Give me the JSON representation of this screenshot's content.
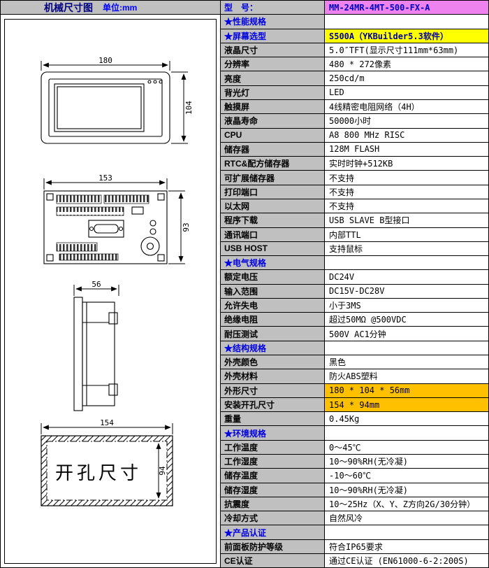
{
  "left_panel": {
    "title": "机械尺寸图",
    "unit_label": "单位:mm",
    "front_view": {
      "width": "180",
      "height": "104"
    },
    "rear_view": {
      "width": "153",
      "height": "93"
    },
    "side_view": {
      "depth": "56"
    },
    "cutout_view": {
      "width": "154",
      "height": "94",
      "caption": "开孔尺寸"
    }
  },
  "spec_table": {
    "model": {
      "label": "型　号：",
      "value": "MM-24MR-4MT-500-FX-A"
    },
    "rows": [
      {
        "kind": "section",
        "label": "★性能规格",
        "value": ""
      },
      {
        "kind": "screen",
        "label": "★屏幕选型",
        "value": "S500A（YKBuilder5.3软件）"
      },
      {
        "kind": "normal",
        "label": "液晶尺寸",
        "value": "5.0″TFT(显示尺寸111mm*63mm)"
      },
      {
        "kind": "normal",
        "label": "分辨率",
        "value": "480 * 272像素"
      },
      {
        "kind": "normal",
        "label": "亮度",
        "value": "250cd/m"
      },
      {
        "kind": "normal",
        "label": "背光灯",
        "value": "LED"
      },
      {
        "kind": "normal",
        "label": "触摸屏",
        "value": "4线精密电阻网络（4H）"
      },
      {
        "kind": "normal",
        "label": "液晶寿命",
        "value": "50000小时"
      },
      {
        "kind": "normal",
        "label": "CPU",
        "value": "A8 800 MHz RISC"
      },
      {
        "kind": "normal",
        "label": "储存器",
        "value": "128M FLASH"
      },
      {
        "kind": "normal",
        "label": "RTC&配方储存器",
        "value": "实时时钟+512KB"
      },
      {
        "kind": "normal",
        "label": "可扩展储存器",
        "value": "不支持"
      },
      {
        "kind": "normal",
        "label": "打印端口",
        "value": "不支持"
      },
      {
        "kind": "normal",
        "label": "以太网",
        "value": "不支持"
      },
      {
        "kind": "normal",
        "label": "程序下载",
        "value": "USB SLAVE B型接口"
      },
      {
        "kind": "normal",
        "label": "通讯端口",
        "value": "内部TTL"
      },
      {
        "kind": "normal",
        "label": "USB HOST",
        "value": "支持鼠标"
      },
      {
        "kind": "section",
        "label": "★电气规格",
        "value": ""
      },
      {
        "kind": "normal",
        "label": "额定电压",
        "value": "DC24V"
      },
      {
        "kind": "normal",
        "label": "输入范围",
        "value": "DC15V-DC28V"
      },
      {
        "kind": "normal",
        "label": "允许失电",
        "value": "小于3MS"
      },
      {
        "kind": "normal",
        "label": "绝缘电阻",
        "value": "超过50MΩ @500VDC"
      },
      {
        "kind": "normal",
        "label": "耐压测试",
        "value": "500V AC1分钟"
      },
      {
        "kind": "section",
        "label": "★结构规格",
        "value": ""
      },
      {
        "kind": "normal",
        "label": "外壳颜色",
        "value": "黑色"
      },
      {
        "kind": "normal",
        "label": "外壳材料",
        "value": "防火ABS塑料"
      },
      {
        "kind": "orange",
        "label": "外形尺寸",
        "value": "180 * 104 * 56mm"
      },
      {
        "kind": "orange",
        "label": "安装开孔尺寸",
        "value": "154 * 94mm"
      },
      {
        "kind": "normal",
        "label": "重量",
        "value": "0.45Kg"
      },
      {
        "kind": "section",
        "label": "★环境规格",
        "value": ""
      },
      {
        "kind": "normal",
        "label": "工作温度",
        "value": "0～45℃"
      },
      {
        "kind": "normal",
        "label": "工作湿度",
        "value": "10～90%RH(无冷凝)"
      },
      {
        "kind": "normal",
        "label": "储存温度",
        "value": "-10～60℃"
      },
      {
        "kind": "normal",
        "label": "储存湿度",
        "value": "10～90%RH(无冷凝)"
      },
      {
        "kind": "normal",
        "label": "抗震度",
        "value": "10～25Hz（X、Y、Z方向2G/30分钟）"
      },
      {
        "kind": "normal",
        "label": "冷却方式",
        "value": "自然风冷"
      },
      {
        "kind": "section",
        "label": "★产品认证",
        "value": ""
      },
      {
        "kind": "normal",
        "label": "前面板防护等级",
        "value": "符合IP65要求"
      },
      {
        "kind": "normal",
        "label": "CE认证",
        "value": "通过CE认证 (EN61000-6-2:200S)"
      }
    ]
  },
  "colors": {
    "label_bg": "#c0c0c0",
    "section_text": "#0000e0",
    "model_value_bg": "#ee82ee",
    "screen_row_bg": "#ffff00",
    "orange_bg": "#ffc000",
    "blue_text": "#0000e0"
  }
}
